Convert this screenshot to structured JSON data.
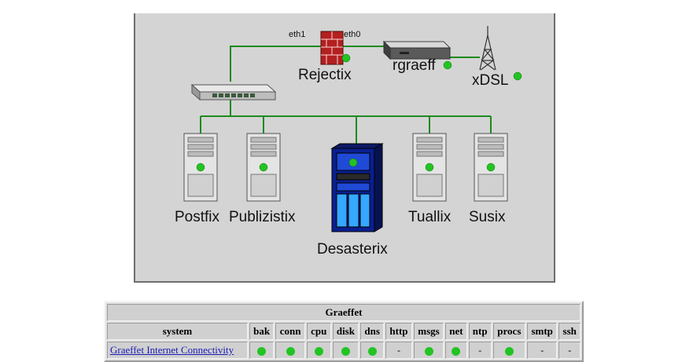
{
  "network_map": {
    "nodes": [
      {
        "name": "Rejectix",
        "status": "ok"
      },
      {
        "name": "rgraeff",
        "status": "ok"
      },
      {
        "name": "xDSL",
        "status": "ok"
      },
      {
        "name": "Postfix",
        "status": "ok"
      },
      {
        "name": "Publizistix",
        "status": "ok"
      },
      {
        "name": "Desasterix",
        "status": "ok"
      },
      {
        "name": "Tuallix",
        "status": "ok"
      },
      {
        "name": "Susix",
        "status": "ok"
      }
    ],
    "interfaces": {
      "left": "eth1",
      "right": "eth0"
    },
    "colors": {
      "link": "#1e8a1e",
      "status_ok": "#22c422",
      "background": "#d4d4d4"
    }
  },
  "status_table": {
    "group": "Graeffet",
    "host_header": "system",
    "columns": [
      "bak",
      "conn",
      "cpu",
      "disk",
      "dns",
      "http",
      "msgs",
      "net",
      "ntp",
      "procs",
      "smtp",
      "ssh"
    ],
    "rows": [
      {
        "host": "Graeffet Internet Connectivity",
        "cells": [
          "ok",
          "ok",
          "ok",
          "ok",
          "ok",
          "-",
          "ok",
          "ok",
          "-",
          "ok",
          "-",
          "-"
        ]
      }
    ]
  }
}
